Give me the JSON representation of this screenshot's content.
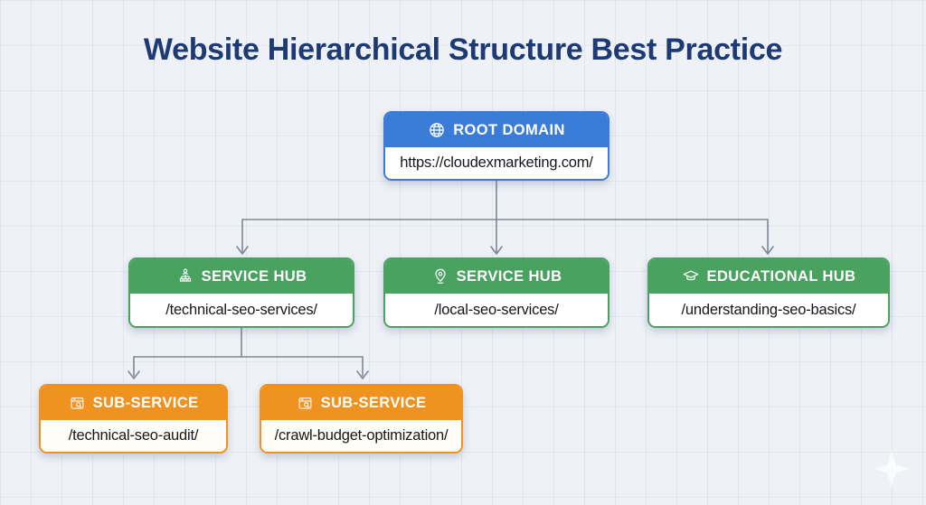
{
  "title": "Website Hierarchical Structure Best Practice",
  "colors": {
    "background": "#eef1f6",
    "title_text": "#1d3b72",
    "root_blue": "#3b7bd8",
    "hub_green": "#4aa261",
    "sub_orange": "#f0921f",
    "connector_gray": "#7e8894"
  },
  "nodes": {
    "root": {
      "label": "ROOT DOMAIN",
      "url": "https://cloudexmarketing.com/",
      "icon": "globe-icon"
    },
    "hub1": {
      "label": "SERVICE HUB",
      "url": "/technical-seo-services/",
      "icon": "sitemap-icon"
    },
    "hub2": {
      "label": "SERVICE HUB",
      "url": "/local-seo-services/",
      "icon": "location-pin-icon"
    },
    "hub3": {
      "label": "EDUCATIONAL HUB",
      "url": "/understanding-seo-basics/",
      "icon": "graduation-cap-icon"
    },
    "sub1": {
      "label": "SUB-SERVICE",
      "url": "/technical-seo-audit/",
      "icon": "browser-search-icon"
    },
    "sub2": {
      "label": "SUB-SERVICE",
      "url": "/crawl-budget-optimization/",
      "icon": "browser-search-icon"
    }
  }
}
